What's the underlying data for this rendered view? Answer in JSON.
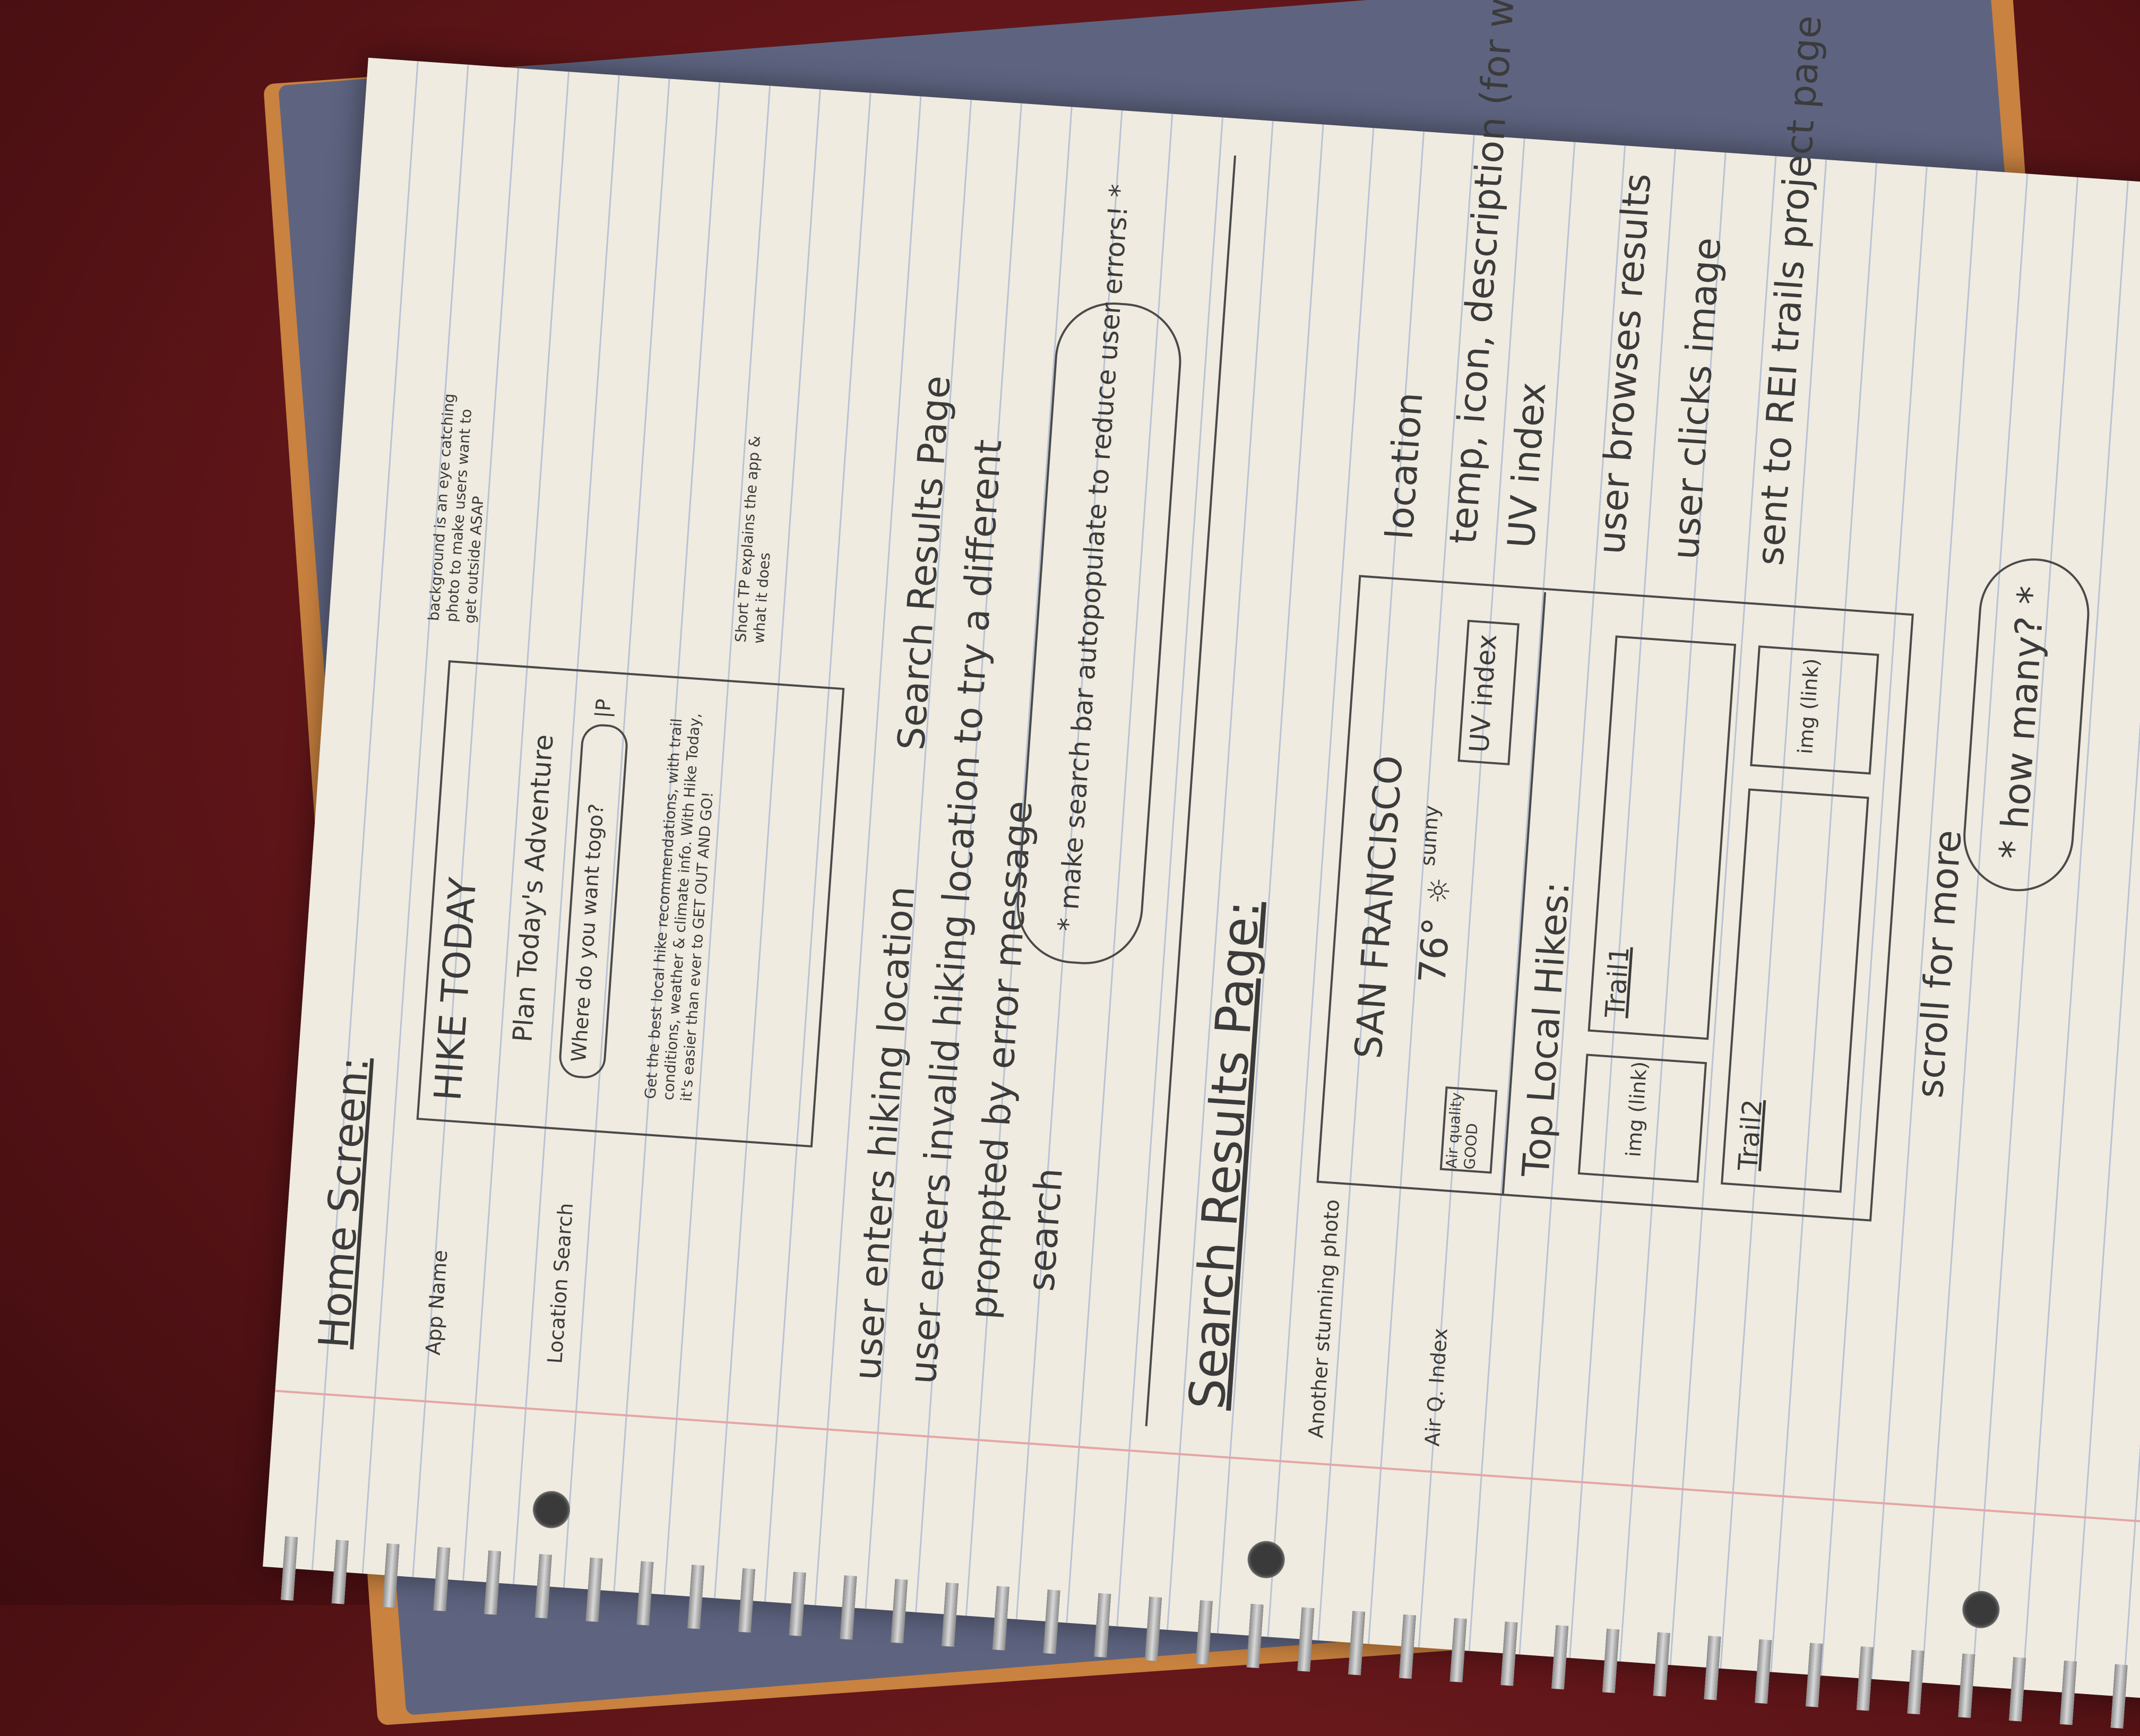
{
  "home": {
    "heading": "Home Screen:",
    "label_app_name": "App Name",
    "label_location_search": "Location Search",
    "app_title": "HIKE TODAY",
    "tagline": "Plan Today's Adventure",
    "search_placeholder": "Where do you want togo?",
    "search_btn": "|P",
    "blurb": "Get the best local hike recommendations, with trail conditions, weather & climate info. With Hike Today, it's easier than ever to GET OUT AND GO!",
    "note_background": "background is an eye catching photo to make users want to get outside ASAP",
    "note_short": "Short TP explains the app & what it does",
    "flow_enter": "user enters hiking location",
    "flow_arrow_target": "Search Results Page",
    "flow_invalid": "user enters invalid hiking location to try a different",
    "flow_prompted": "prompted by error message",
    "flow_search": "search",
    "cloud_note": "* make search bar autopopulate to reduce user errors! *"
  },
  "results": {
    "heading": "Search Results Page:",
    "label_photo": "Another stunning photo",
    "label_air": "Air Q. Index",
    "city": "SAN FRANCISCO",
    "temp": "76°",
    "condition": "sunny",
    "air_box": "Air quality GOOD",
    "uv_box": "UV index",
    "top_hikes": "Top Local Hikes:",
    "img1": "img (link)",
    "trail1": "Trail1",
    "trail2": "Trail2",
    "img2": "img (link)",
    "note_location": "location",
    "note_temp": "temp, icon, description (for weather)",
    "note_uv": "UV index",
    "note_browse": "user browses results",
    "note_clicks": "user clicks image",
    "note_rei": "sent to REI trails project page",
    "scroll": "scroll for more",
    "cloud_note": "* how many? *"
  }
}
